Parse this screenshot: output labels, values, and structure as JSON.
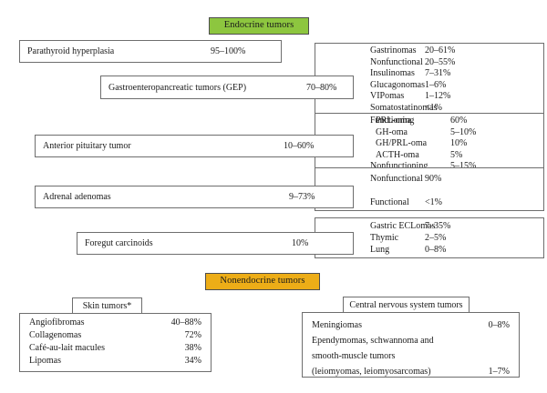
{
  "figure": {
    "endocrine_header": "Endocrine tumors",
    "nonendocrine_header": "Nonendocrine tumors",
    "colors": {
      "endocrine_green": "#8dc63f",
      "nonendocrine_orange": "#edad17",
      "box_border": "#6e6e6e",
      "text": "#1a1a1a"
    }
  },
  "endocrine": {
    "rows": [
      {
        "label": "Parathyroid hyperplasia",
        "percent": "95–100%",
        "details": []
      },
      {
        "label": "Gastroenteropancreatic tumors (GEP)",
        "percent": "70–80%",
        "details": [
          {
            "name": "Gastrinomas",
            "value": "20–61%"
          },
          {
            "name": "Nonfunctional",
            "value": "20–55%"
          },
          {
            "name": "Insulinomas",
            "value": "7–31%"
          },
          {
            "name": "Glucagonomas",
            "value": "1–6%"
          },
          {
            "name": "VIPomas",
            "value": "1–12%"
          },
          {
            "name": "Somatostatinomas",
            "value": "<1%"
          }
        ]
      },
      {
        "label": "Anterior pituitary tumor",
        "percent": "10–60%",
        "details": [
          {
            "name": "Functioning",
            "sub": "PRL-oma",
            "value": "60%"
          },
          {
            "name": "",
            "sub": "GH-oma",
            "value": "5–10%"
          },
          {
            "name": "",
            "sub": "GH/PRL-oma",
            "value": "10%"
          },
          {
            "name": "",
            "sub": "ACTH-oma",
            "value": "5%"
          },
          {
            "name": "Nonfunctioning",
            "sub": "",
            "value": "5–15%"
          }
        ]
      },
      {
        "label": "Adrenal adenomas",
        "percent": "9–73%",
        "details": [
          {
            "name": "Nonfunctional",
            "value": "90%"
          },
          {
            "name": "",
            "value": ""
          },
          {
            "name": "Functional",
            "value": "<1%"
          }
        ]
      },
      {
        "label": "Foregut carcinoids",
        "percent": "10%",
        "details": [
          {
            "name": "Gastric ECLomas",
            "value": "7–35%"
          },
          {
            "name": "Thymic",
            "value": "2–5%"
          },
          {
            "name": "Lung",
            "value": "0–8%"
          }
        ]
      }
    ]
  },
  "nonendocrine": {
    "skin": {
      "title": "Skin tumors*",
      "rows": [
        {
          "name": "Angiofibromas",
          "value": "40–88%"
        },
        {
          "name": "Collagenomas",
          "value": "72%"
        },
        {
          "name": "Café-au-lait macules",
          "value": "38%"
        },
        {
          "name": "Lipomas",
          "value": "34%"
        }
      ]
    },
    "cns": {
      "title": "Central nervous system tumors",
      "rows": [
        {
          "name": "Meningiomas",
          "value": "0–8%"
        },
        {
          "name": "Ependymomas, schwannoma and",
          "value": ""
        },
        {
          "name": "smooth-muscle tumors",
          "value": ""
        },
        {
          "name": "(leiomyomas, leiomyosarcomas)",
          "value": "1–7%"
        }
      ]
    }
  }
}
